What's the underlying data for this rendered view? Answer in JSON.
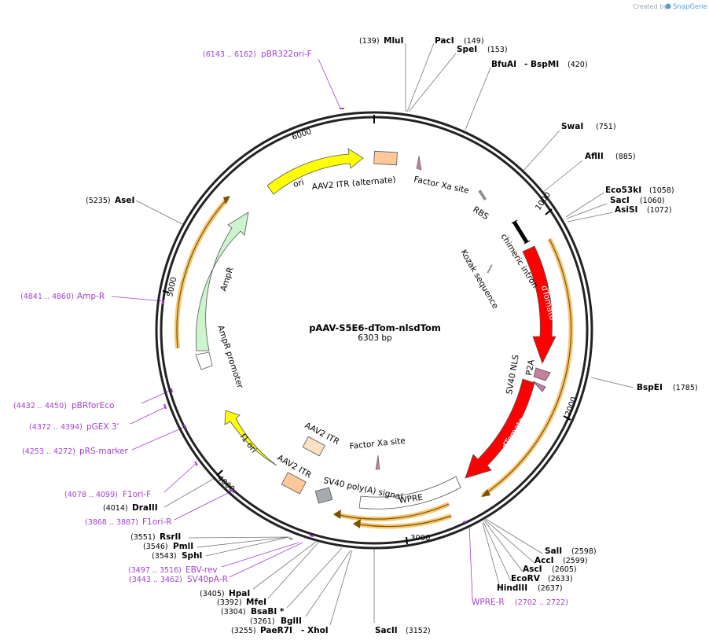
{
  "credit": {
    "prefix": "Created by",
    "brand": "SnapGene"
  },
  "plasmid": {
    "name": "pAAV-S5E6-dTom-nlsdTom",
    "length_label": "6303 bp"
  },
  "ticks": [
    "1000",
    "2000",
    "3000",
    "4000",
    "5000",
    "6000"
  ],
  "features": [
    {
      "id": "aav2-itr-alt",
      "label": "AAV2 ITR (alternate)"
    },
    {
      "id": "factor-xa-1",
      "label": "Factor Xa site"
    },
    {
      "id": "rbs",
      "label": "RBS"
    },
    {
      "id": "chimeric-intron",
      "label": "chimeric intron"
    },
    {
      "id": "kozak",
      "label": "Kozak sequence"
    },
    {
      "id": "dtomato-1",
      "label": "dTomato"
    },
    {
      "id": "sv40-nls",
      "label": "SV40 NLS"
    },
    {
      "id": "p2a",
      "label": "P2A"
    },
    {
      "id": "dtomato-2",
      "label": "dTomato"
    },
    {
      "id": "wpre",
      "label": "WPRE"
    },
    {
      "id": "sv40-polya",
      "label": "SV40 poly(A) signal"
    },
    {
      "id": "factor-xa-2",
      "label": "Factor Xa site"
    },
    {
      "id": "aav2-itr-1",
      "label": "AAV2 ITR"
    },
    {
      "id": "aav2-itr-2",
      "label": "AAV2 ITR"
    },
    {
      "id": "f1-ori",
      "label": "f1 ori"
    },
    {
      "id": "ampr-promoter",
      "label": "AmpR promoter"
    },
    {
      "id": "ampr",
      "label": "AmpR"
    },
    {
      "id": "ori",
      "label": "ori"
    }
  ],
  "sites": [
    {
      "name": "MluI",
      "pos": "(139)"
    },
    {
      "name": "PacI",
      "pos": "(149)"
    },
    {
      "name": "SpeI",
      "pos": "(153)"
    },
    {
      "name": "BfuAI",
      "name2": "- BspMI",
      "pos": "(420)"
    },
    {
      "name": "SwaI",
      "pos": "(751)"
    },
    {
      "name": "AflII",
      "pos": "(885)"
    },
    {
      "name": "Eco53kI",
      "pos": "(1058)"
    },
    {
      "name": "SacI",
      "pos": "(1060)"
    },
    {
      "name": "AsiSI",
      "pos": "(1072)"
    },
    {
      "name": "BspEI",
      "pos": "(1785)"
    },
    {
      "name": "SalI",
      "pos": "(2598)"
    },
    {
      "name": "AccI",
      "pos": "(2599)"
    },
    {
      "name": "AscI",
      "pos": "(2605)"
    },
    {
      "name": "EcoRV",
      "pos": "(2633)"
    },
    {
      "name": "HindIII",
      "pos": "(2637)"
    },
    {
      "name": "SacII",
      "pos": "(3152)"
    },
    {
      "name": "PaeR7I",
      "name2": "- XhoI",
      "pos": "(3255)"
    },
    {
      "name": "BglII",
      "pos": "(3261)"
    },
    {
      "name": "BsaBI *",
      "pos": "(3304)"
    },
    {
      "name": "MfeI",
      "pos": "(3392)"
    },
    {
      "name": "HpaI",
      "pos": "(3405)"
    },
    {
      "name": "SphI",
      "pos": "(3543)"
    },
    {
      "name": "PmlI",
      "pos": "(3546)"
    },
    {
      "name": "RsrII",
      "pos": "(3551)"
    },
    {
      "name": "DraIII",
      "pos": "(4014)"
    },
    {
      "name": "AseI",
      "pos": "(5235)"
    }
  ],
  "primers": [
    {
      "name": "pBR322ori-F",
      "pos": "(6143 .. 6162)"
    },
    {
      "name": "Amp-R",
      "pos": "(4841 .. 4860)"
    },
    {
      "name": "pBRforEco",
      "pos": "(4432 .. 4450)"
    },
    {
      "name": "pGEX 3'",
      "pos": "(4372 .. 4394)"
    },
    {
      "name": "pRS-marker",
      "pos": "(4253 .. 4272)"
    },
    {
      "name": "F1ori-F",
      "pos": "(4078 .. 4099)"
    },
    {
      "name": "F1ori-R",
      "pos": "(3868 .. 3887)"
    },
    {
      "name": "EBV-rev",
      "pos": "(3497 .. 3516)"
    },
    {
      "name": "SV40pA-R",
      "pos": "(3443 .. 3462)"
    },
    {
      "name": "WPRE-R",
      "pos": "(2702 .. 2722)"
    }
  ],
  "colors": {
    "backbone": "#222222",
    "promoter_intron": "#000000",
    "dtomato": "#ff0000",
    "ori": "#ffff00",
    "ampr": "#ccf5cc",
    "itr": "#ffc899",
    "polya": "#a6a9ad",
    "nls": "#c77ea0",
    "orf": "#f0a830",
    "primer": "#a43fd0"
  }
}
